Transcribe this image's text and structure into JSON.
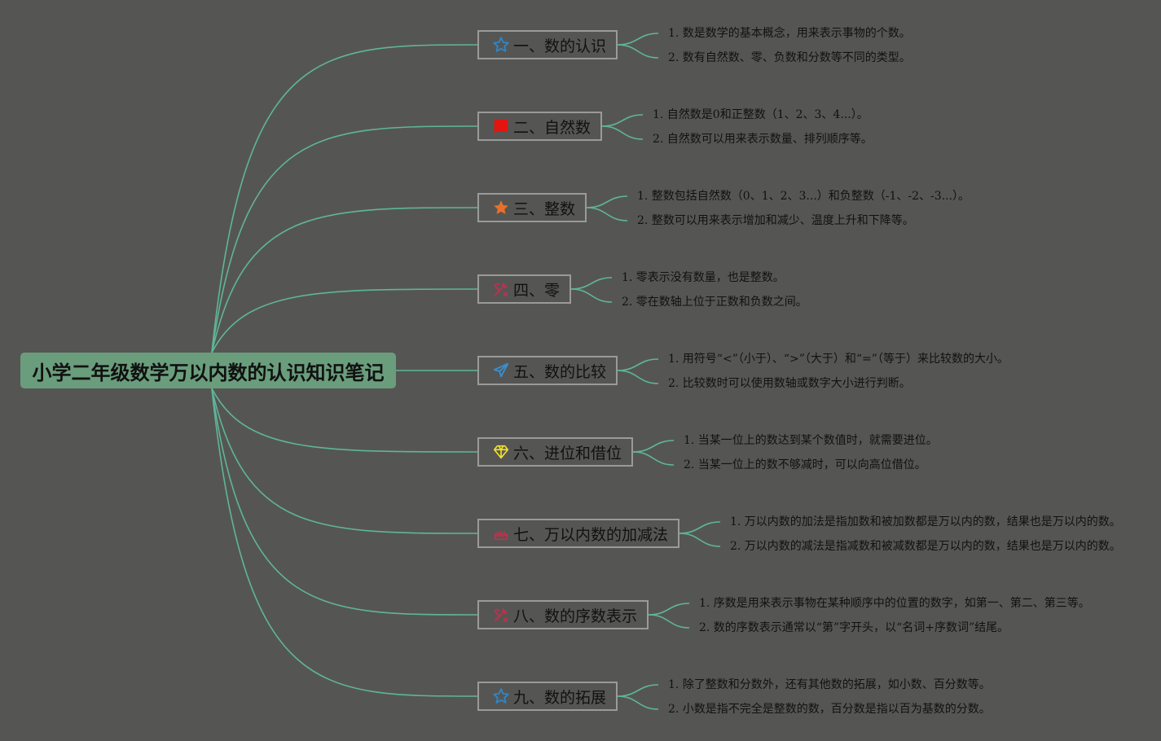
{
  "root": {
    "title": "小学二年级数学万以内数的认识知识笔记"
  },
  "colors": {
    "background": "#555653",
    "root_fill": "#6a9d7c",
    "connector": "#5fb59a",
    "branch_border": "#9a9a98",
    "text": "#111111"
  },
  "branches": [
    {
      "title": "一、数的认识",
      "icon": "star-outline-icon",
      "icon_color": "#2f86c9",
      "items": [
        "1. 数是数学的基本概念，用来表示事物的个数。",
        "2. 数有自然数、零、负数和分数等不同的类型。"
      ]
    },
    {
      "title": "二、自然数",
      "icon": "red-flag-icon",
      "icon_color": "#e3150f",
      "items": [
        "1. 自然数是0和正整数（1、2、3、4...）。",
        "2. 自然数可以用来表示数量、排列顺序等。"
      ]
    },
    {
      "title": "三、整数",
      "icon": "star-filled-icon",
      "icon_color": "#e8702a",
      "items": [
        "1. 整数包括自然数（0、1、2、3...）和负整数（-1、-2、-3...）。",
        "2. 整数可以用来表示增加和减少、温度上升和下降等。"
      ]
    },
    {
      "title": "四、零",
      "icon": "tools-icon",
      "icon_color": "#c0304e",
      "items": [
        "1. 零表示没有数量，也是整数。",
        "2. 零在数轴上位于正数和负数之间。"
      ]
    },
    {
      "title": "五、数的比较",
      "icon": "paper-plane-icon",
      "icon_color": "#3a8fd0",
      "items": [
        "1. 用符号“<”（小于）、“>”（大于）和“=”（等于）来比较数的大小。",
        "2. 比较数时可以使用数轴或数字大小进行判断。"
      ]
    },
    {
      "title": "六、进位和借位",
      "icon": "diamond-icon",
      "icon_color": "#f2e02a",
      "items": [
        "1. 当某一位上的数达到某个数值时，就需要进位。",
        "2. 当某一位上的数不够减时，可以向高位借位。"
      ]
    },
    {
      "title": "七、万以内数的加减法",
      "icon": "cake-icon",
      "icon_color": "#c0304e",
      "items": [
        "1. 万以内数的加法是指加数和被加数都是万以内的数，结果也是万以内的数。",
        "2. 万以内数的减法是指减数和被减数都是万以内的数，结果也是万以内的数。"
      ]
    },
    {
      "title": "八、数的序数表示",
      "icon": "tools-icon",
      "icon_color": "#c0304e",
      "items": [
        "1. 序数是用来表示事物在某种顺序中的位置的数字，如第一、第二、第三等。",
        "2. 数的序数表示通常以“第”字开头，以“名词+序数词”结尾。"
      ]
    },
    {
      "title": "九、数的拓展",
      "icon": "star-outline-icon",
      "icon_color": "#2f86c9",
      "items": [
        "1. 除了整数和分数外，还有其他数的拓展，如小数、百分数等。",
        "2. 小数是指不完全是整数的数，百分数是指以百为基数的分数。"
      ]
    }
  ]
}
